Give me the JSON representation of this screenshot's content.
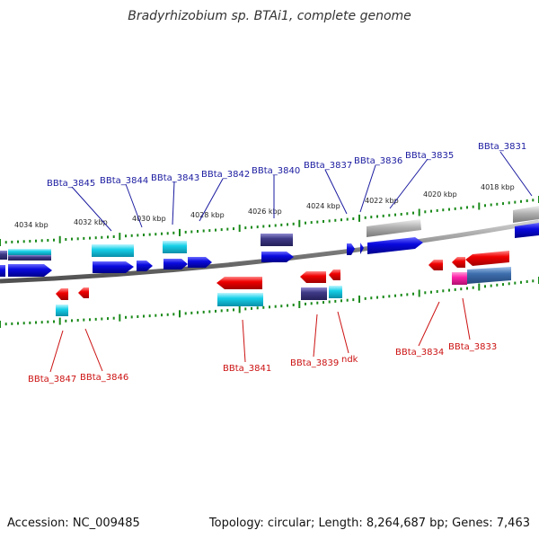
{
  "title": "Bradyrhizobium sp. BTAi1, complete genome",
  "accession": "Accession: NC_009485",
  "summary": "Topology: circular; Length: 8,264,687 bp; Genes: 7,463",
  "colors": {
    "blue": "#0a0ae0",
    "cyan": "#16d0e8",
    "navy": "#3f3a86",
    "red": "#f00000",
    "gray": "#a8a8a8",
    "magenta": "#ff22aa",
    "steel": "#3f6fae",
    "backbone": "#7a7a7a",
    "tick": "#1a8a1a",
    "label_top": "#1a1aa0",
    "label_bottom": "#cc1111"
  },
  "kbp_labels": [
    "4034 kbp",
    "4032 kbp",
    "4030 kbp",
    "4028 kbp",
    "4026 kbp",
    "4024 kbp",
    "4022 kbp",
    "4020 kbp",
    "4018 kbp"
  ],
  "genes_top": [
    "BBta_3845",
    "BBta_3844",
    "BBta_3843",
    "BBta_3842",
    "BBta_3840",
    "BBta_3837",
    "BBta_3836",
    "BBta_3835",
    "BBta_3831"
  ],
  "genes_bottom": [
    "BBta_3847",
    "BBta_3846",
    "BBta_3841",
    "BBta_3839",
    "ndk",
    "BBta_3834",
    "BBta_3833"
  ]
}
